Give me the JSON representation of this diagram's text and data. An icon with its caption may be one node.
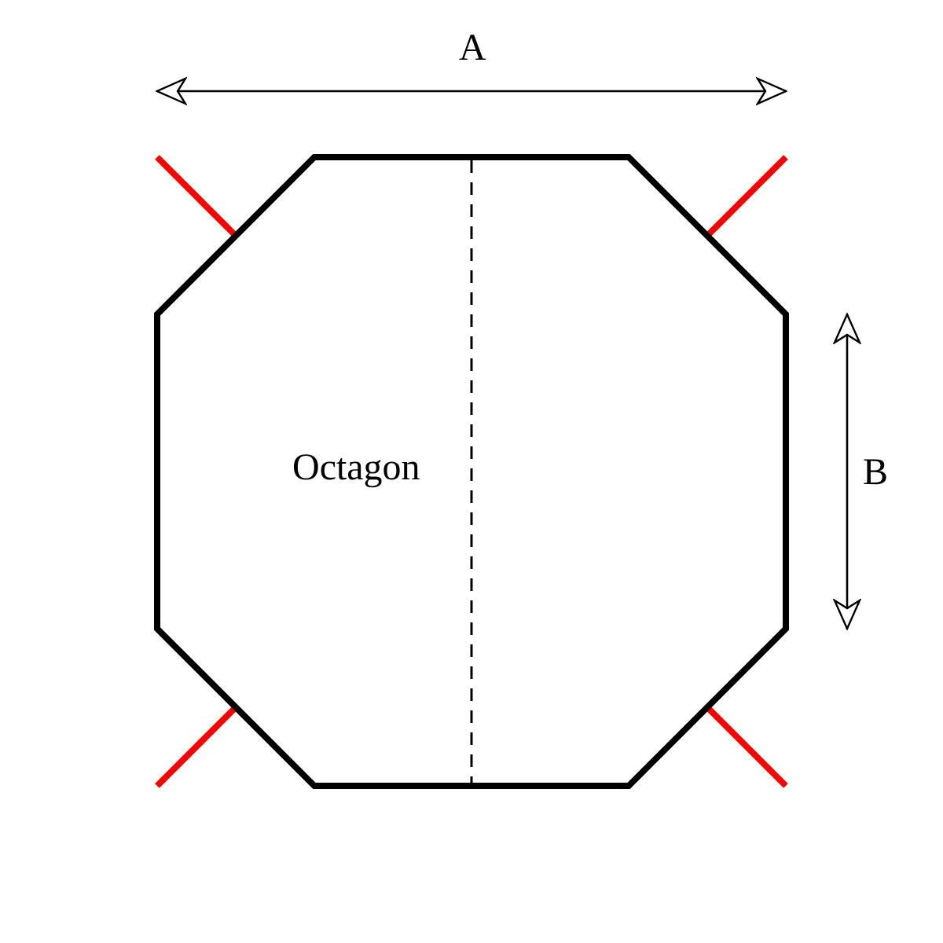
{
  "diagram": {
    "nodes": [
      {
        "text": [
          "Octagon"
        ]
      }
    ],
    "labels": [
      "A",
      "B"
    ]
  }
}
